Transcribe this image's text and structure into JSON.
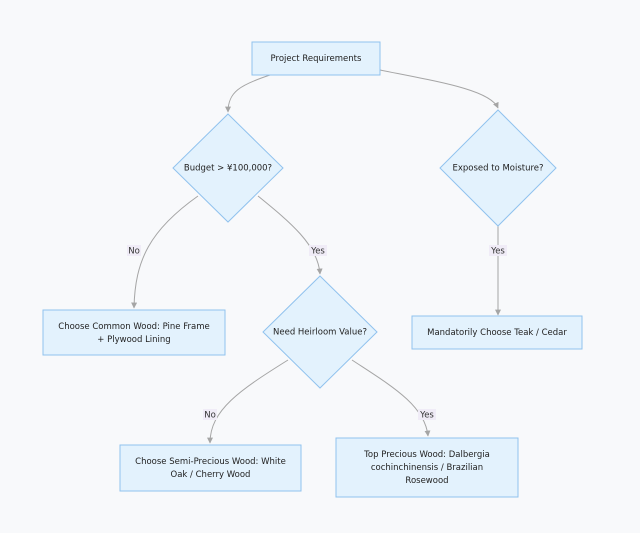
{
  "nodes": {
    "project_requirements": "Project Requirements",
    "budget_decision": "Budget > ¥100,000?",
    "moisture_decision": "Exposed to Moisture?",
    "common_wood": [
      "Choose Common Wood: Pine Frame",
      "+ Plywood Lining"
    ],
    "heirloom_decision": "Need Heirloom Value?",
    "teak_cedar": "Mandatorily Choose Teak / Cedar",
    "semi_precious": [
      "Choose Semi-Precious Wood: White",
      "Oak / Cherry Wood"
    ],
    "top_precious": [
      "Top Precious Wood: Dalbergia",
      "cochinchinensis / Brazilian",
      "Rosewood"
    ]
  },
  "edge_labels": {
    "budget_no": "No",
    "budget_yes": "Yes",
    "moisture_yes": "Yes",
    "heirloom_no": "No",
    "heirloom_yes": "Yes"
  },
  "colors": {
    "node_fill": "#e3f2fd",
    "node_stroke": "#90c2ee",
    "edge": "#a5a5a5",
    "label_bg": "#f0ecf7",
    "background": "#f8f9fb"
  }
}
